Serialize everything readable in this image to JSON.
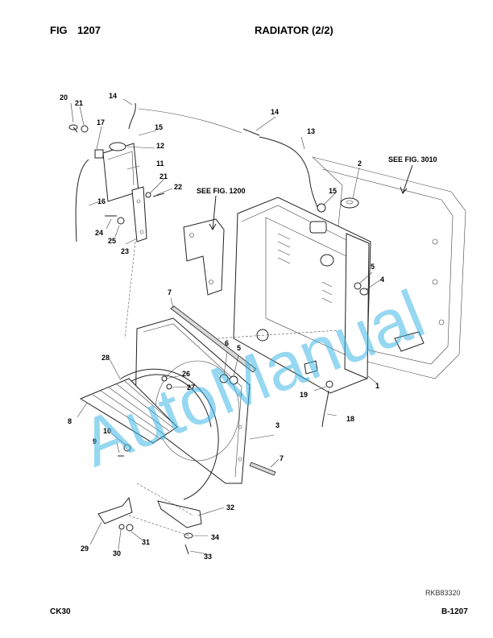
{
  "header": {
    "fig_label": "FIG",
    "fig_number": "1207",
    "title": "RADIATOR (2/2)"
  },
  "references": {
    "see_1200": "SEE FIG. 1200",
    "see_3010": "SEE FIG. 3010"
  },
  "callouts": [
    "1",
    "2",
    "3",
    "4",
    "5",
    "5",
    "6",
    "7",
    "7",
    "8",
    "9",
    "10",
    "11",
    "12",
    "13",
    "14",
    "14",
    "15",
    "15",
    "16",
    "17",
    "18",
    "19",
    "20",
    "21",
    "21",
    "22",
    "23",
    "24",
    "25",
    "26",
    "27",
    "28",
    "29",
    "30",
    "31",
    "32",
    "33",
    "34"
  ],
  "watermark": "AutoManual",
  "footer": {
    "model": "CK30",
    "page": "B-1207",
    "drawing_code": "RKB83320"
  }
}
